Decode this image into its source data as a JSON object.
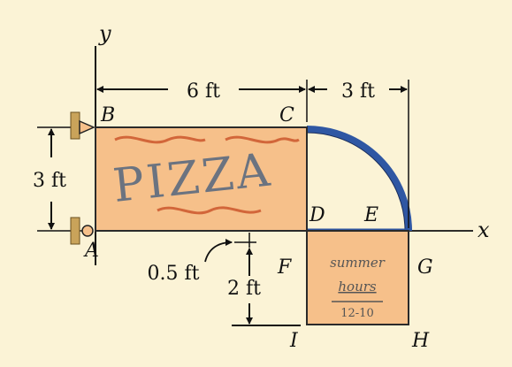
{
  "colors": {
    "background": "#fbf3d6",
    "sign_fill": "#f6c08a",
    "sign_stroke": "#2a2a2a",
    "arc_blue": "#2f57a3",
    "pizza_text": "#6b7380",
    "squiggle": "#d2663a",
    "hours_text": "#555555",
    "support": "#c9a35a"
  },
  "axes": {
    "x_label": "x",
    "y_label": "y"
  },
  "points": {
    "A": "A",
    "B": "B",
    "C": "C",
    "D": "D",
    "E": "E",
    "F": "F",
    "G": "G",
    "H": "H",
    "I": "I"
  },
  "dimensions": {
    "width_top": "6 ft",
    "arc_width": "3 ft",
    "height_left": "3 ft",
    "gap": "0.5 ft",
    "plate_height": "2 ft"
  },
  "sign": {
    "word": "PIZZA"
  },
  "plate": {
    "line1": "summer",
    "line2": "hours",
    "line3": "12-10"
  },
  "icons": [
    "pin-support-icon",
    "roller-support-icon"
  ]
}
